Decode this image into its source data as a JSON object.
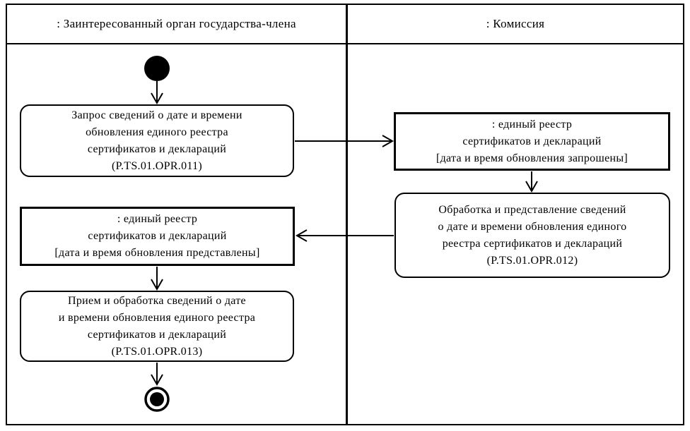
{
  "diagram_type": "uml-activity-swimlane",
  "accent_color": "#000000",
  "background_color": "#ffffff",
  "lanes": [
    {
      "id": "member-state-body",
      "title": ": Заинтересованный орган государства-члена"
    },
    {
      "id": "commission",
      "title": ": Комиссия"
    }
  ],
  "nodes": {
    "start": {
      "type": "initial-node",
      "lane": "member-state-body"
    },
    "act1": {
      "type": "activity",
      "lane": "member-state-body",
      "text": "Запрос сведений о дате и времени\nобновления единого реестра\nсертификатов и деклараций\n(P.TS.01.OPR.011)"
    },
    "obj_requested": {
      "type": "object-state",
      "lane": "commission",
      "text": ": единый реестр\nсертификатов и деклараций\n[дата и время обновления запрошены]"
    },
    "act2": {
      "type": "activity",
      "lane": "commission",
      "text": "Обработка и представление сведений\nо дате и времени обновления единого\nреестра сертификатов и деклараций\n(P.TS.01.OPR.012)"
    },
    "obj_provided": {
      "type": "object-state",
      "lane": "member-state-body",
      "text": ": единый реестр\nсертификатов и деклараций\n[дата и время обновления представлены]"
    },
    "act3": {
      "type": "activity",
      "lane": "member-state-body",
      "text": "Прием и обработка сведений о дате\nи времени обновления единого реестра\nсертификатов и деклараций\n(P.TS.01.OPR.013)"
    },
    "final": {
      "type": "final-node",
      "lane": "member-state-body"
    }
  },
  "edges": [
    {
      "from": "start",
      "to": "act1"
    },
    {
      "from": "act1",
      "to": "obj_requested"
    },
    {
      "from": "obj_requested",
      "to": "act2"
    },
    {
      "from": "act2",
      "to": "obj_provided"
    },
    {
      "from": "obj_provided",
      "to": "act3"
    },
    {
      "from": "act3",
      "to": "final"
    }
  ]
}
